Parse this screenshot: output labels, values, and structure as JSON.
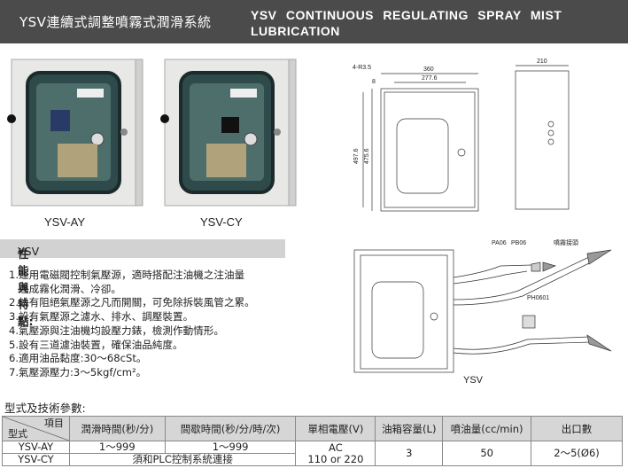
{
  "header": {
    "title_cn": "YSV連續式調整噴霧式潤滑系統",
    "title_en": "YSV CONTINUOUS REGULATING SPRAY MIST LUBRICATION"
  },
  "products": [
    {
      "label": "YSV-AY"
    },
    {
      "label": "YSV-CY"
    }
  ],
  "drawing_dims": {
    "corner": "4-R3.5",
    "d8": "8",
    "w360": "360",
    "w277": "277.6",
    "h497": "497.6",
    "h475": "475.6",
    "d210": "210"
  },
  "assembly": {
    "pa06": "PA06",
    "pb06": "PB06",
    "nozzle": "噴霧接頭",
    "ph": "PH0601",
    "model": "YSV"
  },
  "features": {
    "heading": "性能與特點:",
    "heading_model": " YSV",
    "items": [
      "1.運用電磁閥控制氣壓源，適時搭配注油機之注油量",
      "   達成霧化潤滑、冷卻。",
      "2.設有阻絕氣壓源之凡而開關，可免除拆裝風管之累。",
      "3.設有氣壓源之濾水、排水、調壓裝置。",
      "4.氣壓源與注油機均設壓力錶，檢測作動情形。",
      "5.設有三道濾油裝置，確保油品純度。",
      "6.適用油品黏度:30～68cSt。",
      "7.氣壓源壓力:3～5kgf/cm²。"
    ]
  },
  "spec_table": {
    "title": "型式及技術參數:",
    "corner_top": "項目",
    "corner_bottom": "型式",
    "headers": [
      "潤滑時間(秒/分)",
      "間歇時間(秒/分/時/次)",
      "單相電壓(V)",
      "油箱容量(L)",
      "噴油量(cc/min)",
      "出口數"
    ],
    "row1_model": "YSV-AY",
    "row1_lube": "1～999",
    "row1_interval": "1～999",
    "row2_model": "YSV-CY",
    "row2_note": "須和PLC控制系統連接",
    "voltage_line1": "AC",
    "voltage_line2": "110 or 220",
    "tank": "3",
    "spray": "50",
    "outlets": "2～5(Ø6)"
  }
}
